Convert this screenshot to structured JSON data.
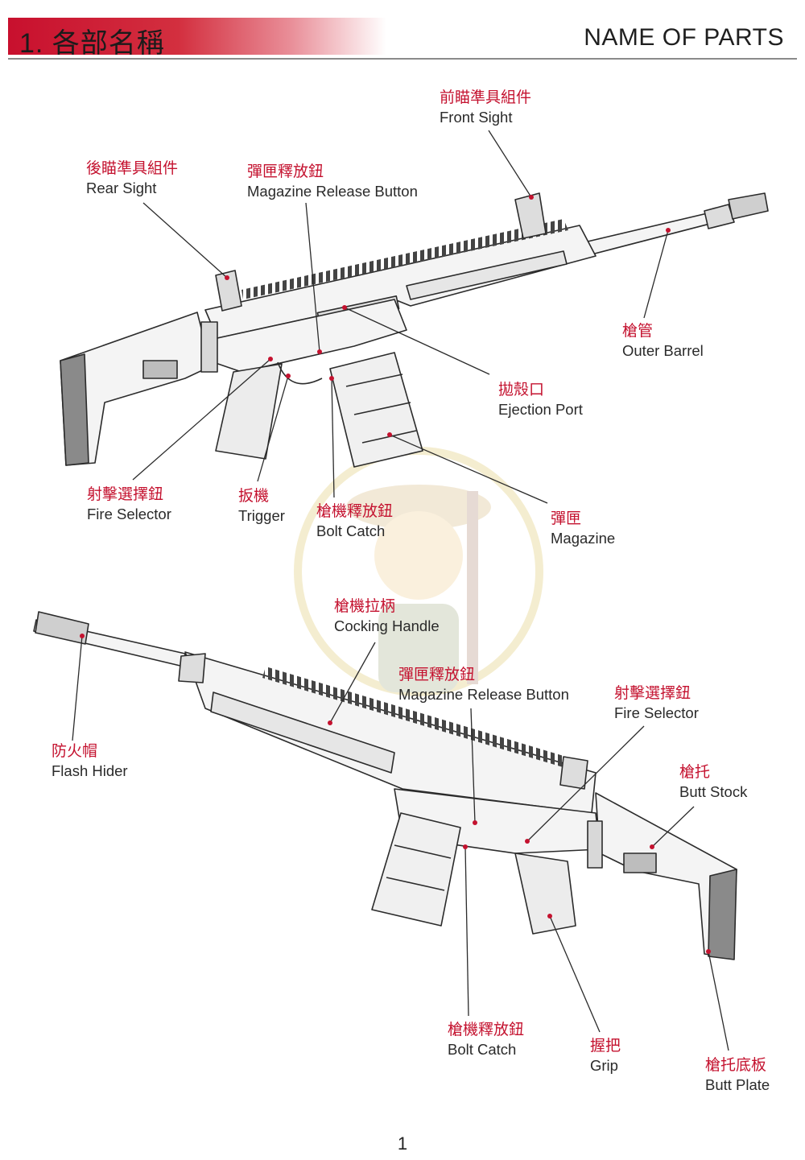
{
  "header": {
    "title": "1. 各部名稱",
    "title_en": "NAME OF PARTS"
  },
  "figure_top": {
    "front_sight": {
      "zh": "前瞄準具組件",
      "en": "Front Sight"
    },
    "rear_sight": {
      "zh": "後瞄準具組件",
      "en": "Rear Sight"
    },
    "mag_release": {
      "zh": "彈匣釋放鈕",
      "en": "Magazine Release Button"
    },
    "outer_barrel": {
      "zh": "槍管",
      "en": "Outer Barrel"
    },
    "ejection_port": {
      "zh": "拋殼口",
      "en": "Ejection Port"
    },
    "fire_selector": {
      "zh": "射擊選擇鈕",
      "en": "Fire Selector"
    },
    "trigger": {
      "zh": "扳機",
      "en": "Trigger"
    },
    "bolt_catch": {
      "zh": "槍機釋放鈕",
      "en": "Bolt Catch"
    },
    "magazine": {
      "zh": "彈匣",
      "en": "Magazine"
    }
  },
  "figure_bottom": {
    "cocking_handle": {
      "zh": "槍機拉柄",
      "en": "Cocking Handle"
    },
    "mag_release": {
      "zh": "彈匣釋放鈕",
      "en": "Magazine Release Button"
    },
    "fire_selector": {
      "zh": "射擊選擇鈕",
      "en": "Fire Selector"
    },
    "flash_hider": {
      "zh": "防火帽",
      "en": "Flash Hider"
    },
    "butt_stock": {
      "zh": "槍托",
      "en": "Butt Stock"
    },
    "bolt_catch": {
      "zh": "槍機釋放鈕",
      "en": "Bolt Catch"
    },
    "grip": {
      "zh": "握把",
      "en": "Grip"
    },
    "butt_plate": {
      "zh": "槍托底板",
      "en": "Butt Plate"
    }
  },
  "page_number": "1",
  "colors": {
    "accent": "#c8102e",
    "label_zh": "#c4122f",
    "line": "#2b2b2b"
  },
  "icons": [
    "rifle-illustration-top",
    "rifle-illustration-bottom",
    "leader-line",
    "watermark-logo"
  ]
}
